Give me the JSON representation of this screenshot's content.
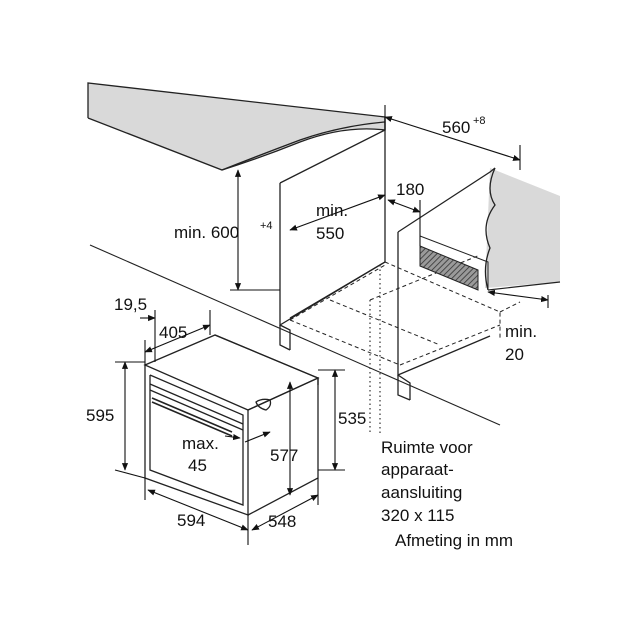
{
  "dimensions": {
    "counter_depth": "560",
    "counter_depth_tol": "+8",
    "niche_height_label": "min. 600",
    "niche_height_tol": "+4",
    "niche_depth_min_prefix": "min.",
    "niche_depth_min_value": "550",
    "cutout_width": "180",
    "side_gap_prefix": "min.",
    "side_gap_value": "20",
    "front_offset": "19,5",
    "front_depth": "405",
    "oven_height": "595",
    "body_height": "535",
    "inner_height": "577",
    "max_prefix": "max.",
    "max_value": "45",
    "oven_width": "594",
    "oven_depth": "548"
  },
  "notes": {
    "connection_line1": "Ruimte voor",
    "connection_line2": "apparaat-",
    "connection_line3": "aansluiting",
    "connection_line4": "320 x 115",
    "units": "Afmeting in mm"
  },
  "colors": {
    "counter_fill": "#d9d9d9",
    "hatch_fill": "#7a7a7a",
    "line": "#111111"
  }
}
